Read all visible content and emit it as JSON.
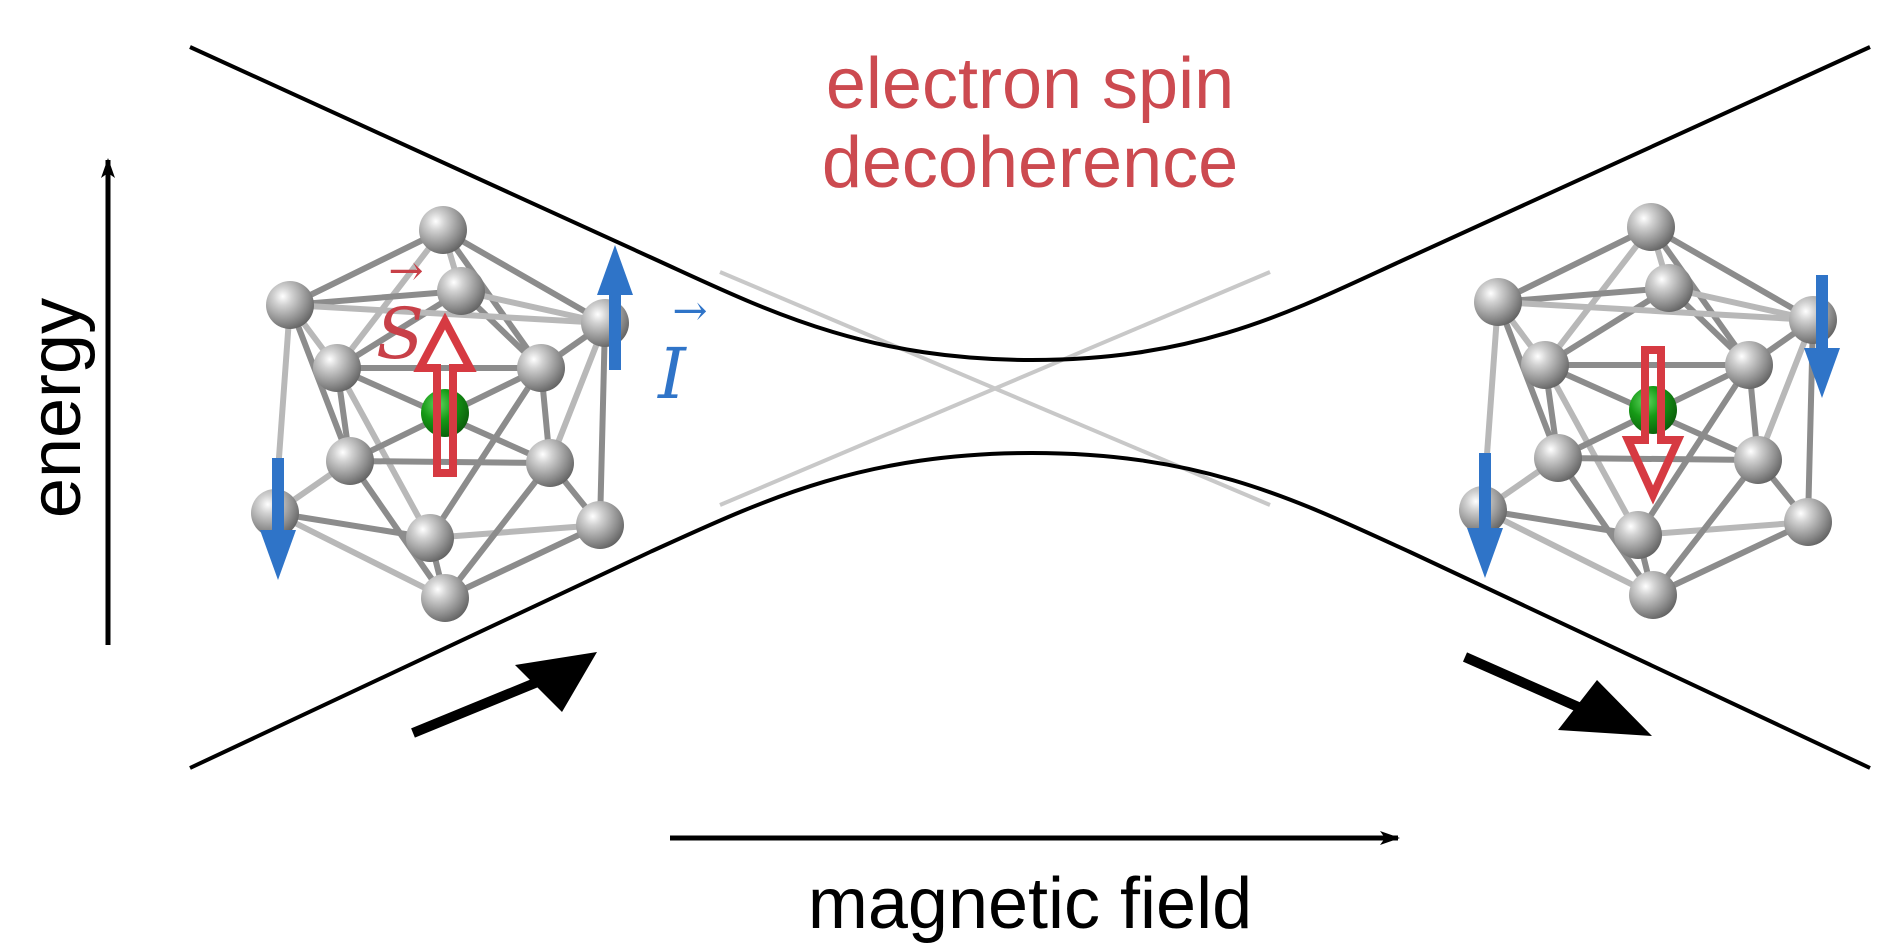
{
  "title": {
    "line1": "electron spin",
    "line2": "decoherence",
    "color": "#cc4a50"
  },
  "axes": {
    "y_label": "energy",
    "x_label": "magnetic field"
  },
  "vectors": {
    "electron_spin_symbol": "S",
    "nuclear_spin_symbol": "I",
    "vector_arrow": "→"
  },
  "colors": {
    "levels": "#000000",
    "crossing": "#c8c8c8",
    "electron_spin": "#d63a42",
    "nuclear_spin": "#2f74c8",
    "atom": "#9a9a9a",
    "central_atom": "#129012",
    "bond": "#a0a0a0"
  },
  "states": {
    "left_electron_spin": "up",
    "right_electron_spin": "down",
    "left_nuclear_spins": [
      "up",
      "down"
    ],
    "right_nuclear_spins": [
      "down",
      "down"
    ]
  },
  "icons": [
    "avoided-crossing-curves",
    "cluster-molecule",
    "sweep-arrow",
    "axis-arrow"
  ]
}
